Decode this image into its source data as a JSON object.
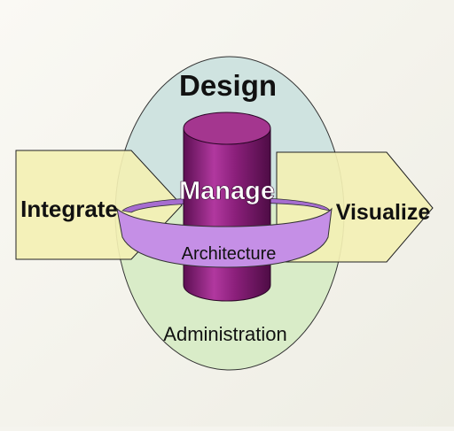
{
  "diagram": {
    "top_label": "Design",
    "bottom_label": "Administration",
    "left_arrow_label": "Integrate",
    "right_arrow_label": "Visualize",
    "cylinder_label": "Manage",
    "ring_label": "Architecture"
  },
  "colors": {
    "background": "#f5f4ee",
    "top_half_fill": "#cfe3e0",
    "bottom_half_fill": "#d9ecc8",
    "arrow_fill": "#f3f0b4",
    "cylinder_fill": "#8a1f7a",
    "ring_fill": "#c58fe6",
    "ring_front_fill": "#b57ee0"
  }
}
